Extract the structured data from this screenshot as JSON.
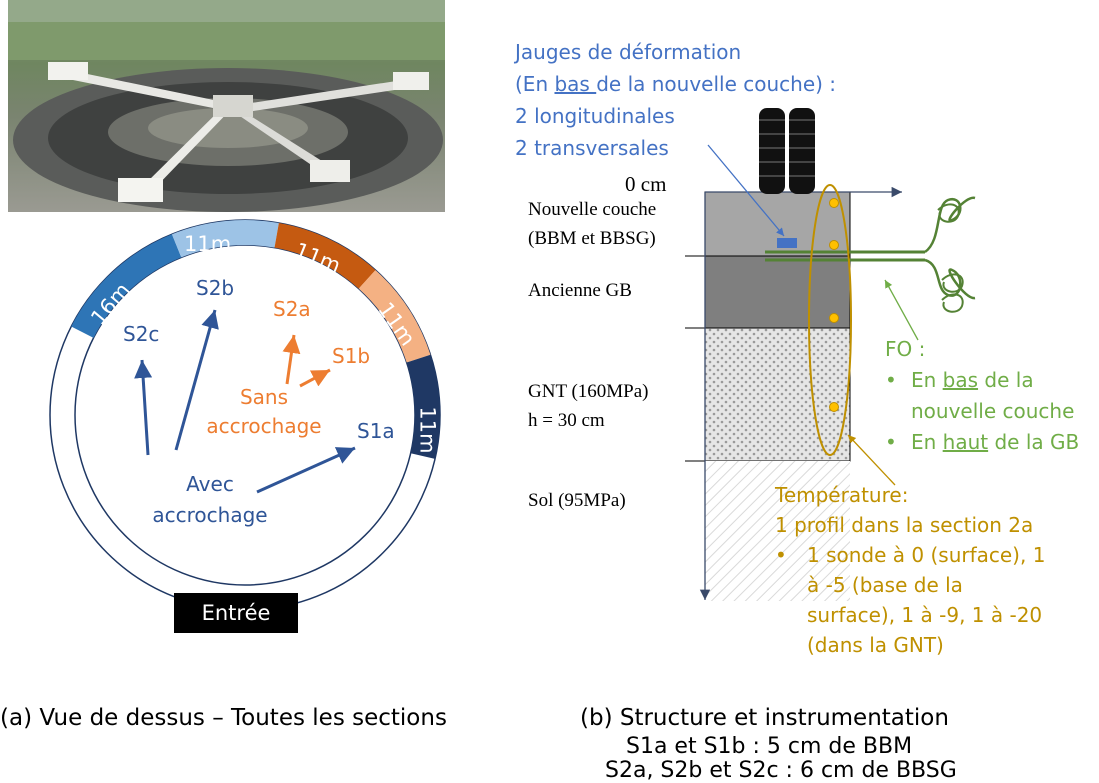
{
  "left": {
    "segments": [
      {
        "label": "16m",
        "color": "#2e75b6"
      },
      {
        "label": "11m",
        "color": "#9dc3e6"
      },
      {
        "label": "11m",
        "color": "#c55a11"
      },
      {
        "label": "11m",
        "color": "#f4b183"
      },
      {
        "label": "11m",
        "color": "#1f3864"
      }
    ],
    "sections": {
      "s2c": "S2c",
      "s2b": "S2b",
      "s2a": "S2a",
      "s1b": "S1b",
      "s1a": "S1a"
    },
    "sans_accrochage": [
      "Sans",
      "accrochage"
    ],
    "avec_accrochage": [
      "Avec",
      "accrochage"
    ],
    "entree": "Entrée",
    "caption": "(a) Vue de dessus – Toutes les sections"
  },
  "right": {
    "jauges": {
      "line1": "Jauges de déformation",
      "line2_pre": "(En ",
      "line2_u": "bas ",
      "line2_post": "de la nouvelle couche) :",
      "line3": "2 longitudinales",
      "line4": "2 transversales"
    },
    "zero": "0 cm",
    "layers": {
      "nouvelle_1": "Nouvelle couche",
      "nouvelle_2": "(BBM et BBSG)",
      "ancienne": "Ancienne GB",
      "gnt_1": "GNT (160MPa)",
      "gnt_2": "h = 30 cm",
      "sol": "Sol (95MPa)"
    },
    "fo": {
      "title": "FO :",
      "b1_pre": "En ",
      "b1_u": "bas",
      "b1_post": " de la",
      "b1_line2": "nouvelle couche",
      "b2_pre": "En ",
      "b2_u": "haut",
      "b2_post": " de la GB"
    },
    "temp": {
      "title": "Température:",
      "line2": "1 profil dans la section 2a",
      "b1": "1 sonde à 0 (surface), 1",
      "b2": "à -5 (base de la",
      "b3": "surface), 1 à -9, 1 à -20",
      "b4": "(dans la GNT)"
    },
    "caption_1": "(b) Structure et instrumentation",
    "caption_2": "S1a et S1b : 5 cm de BBM",
    "caption_3": "S2a, S2b et S2c : 6 cm de BBSG"
  }
}
